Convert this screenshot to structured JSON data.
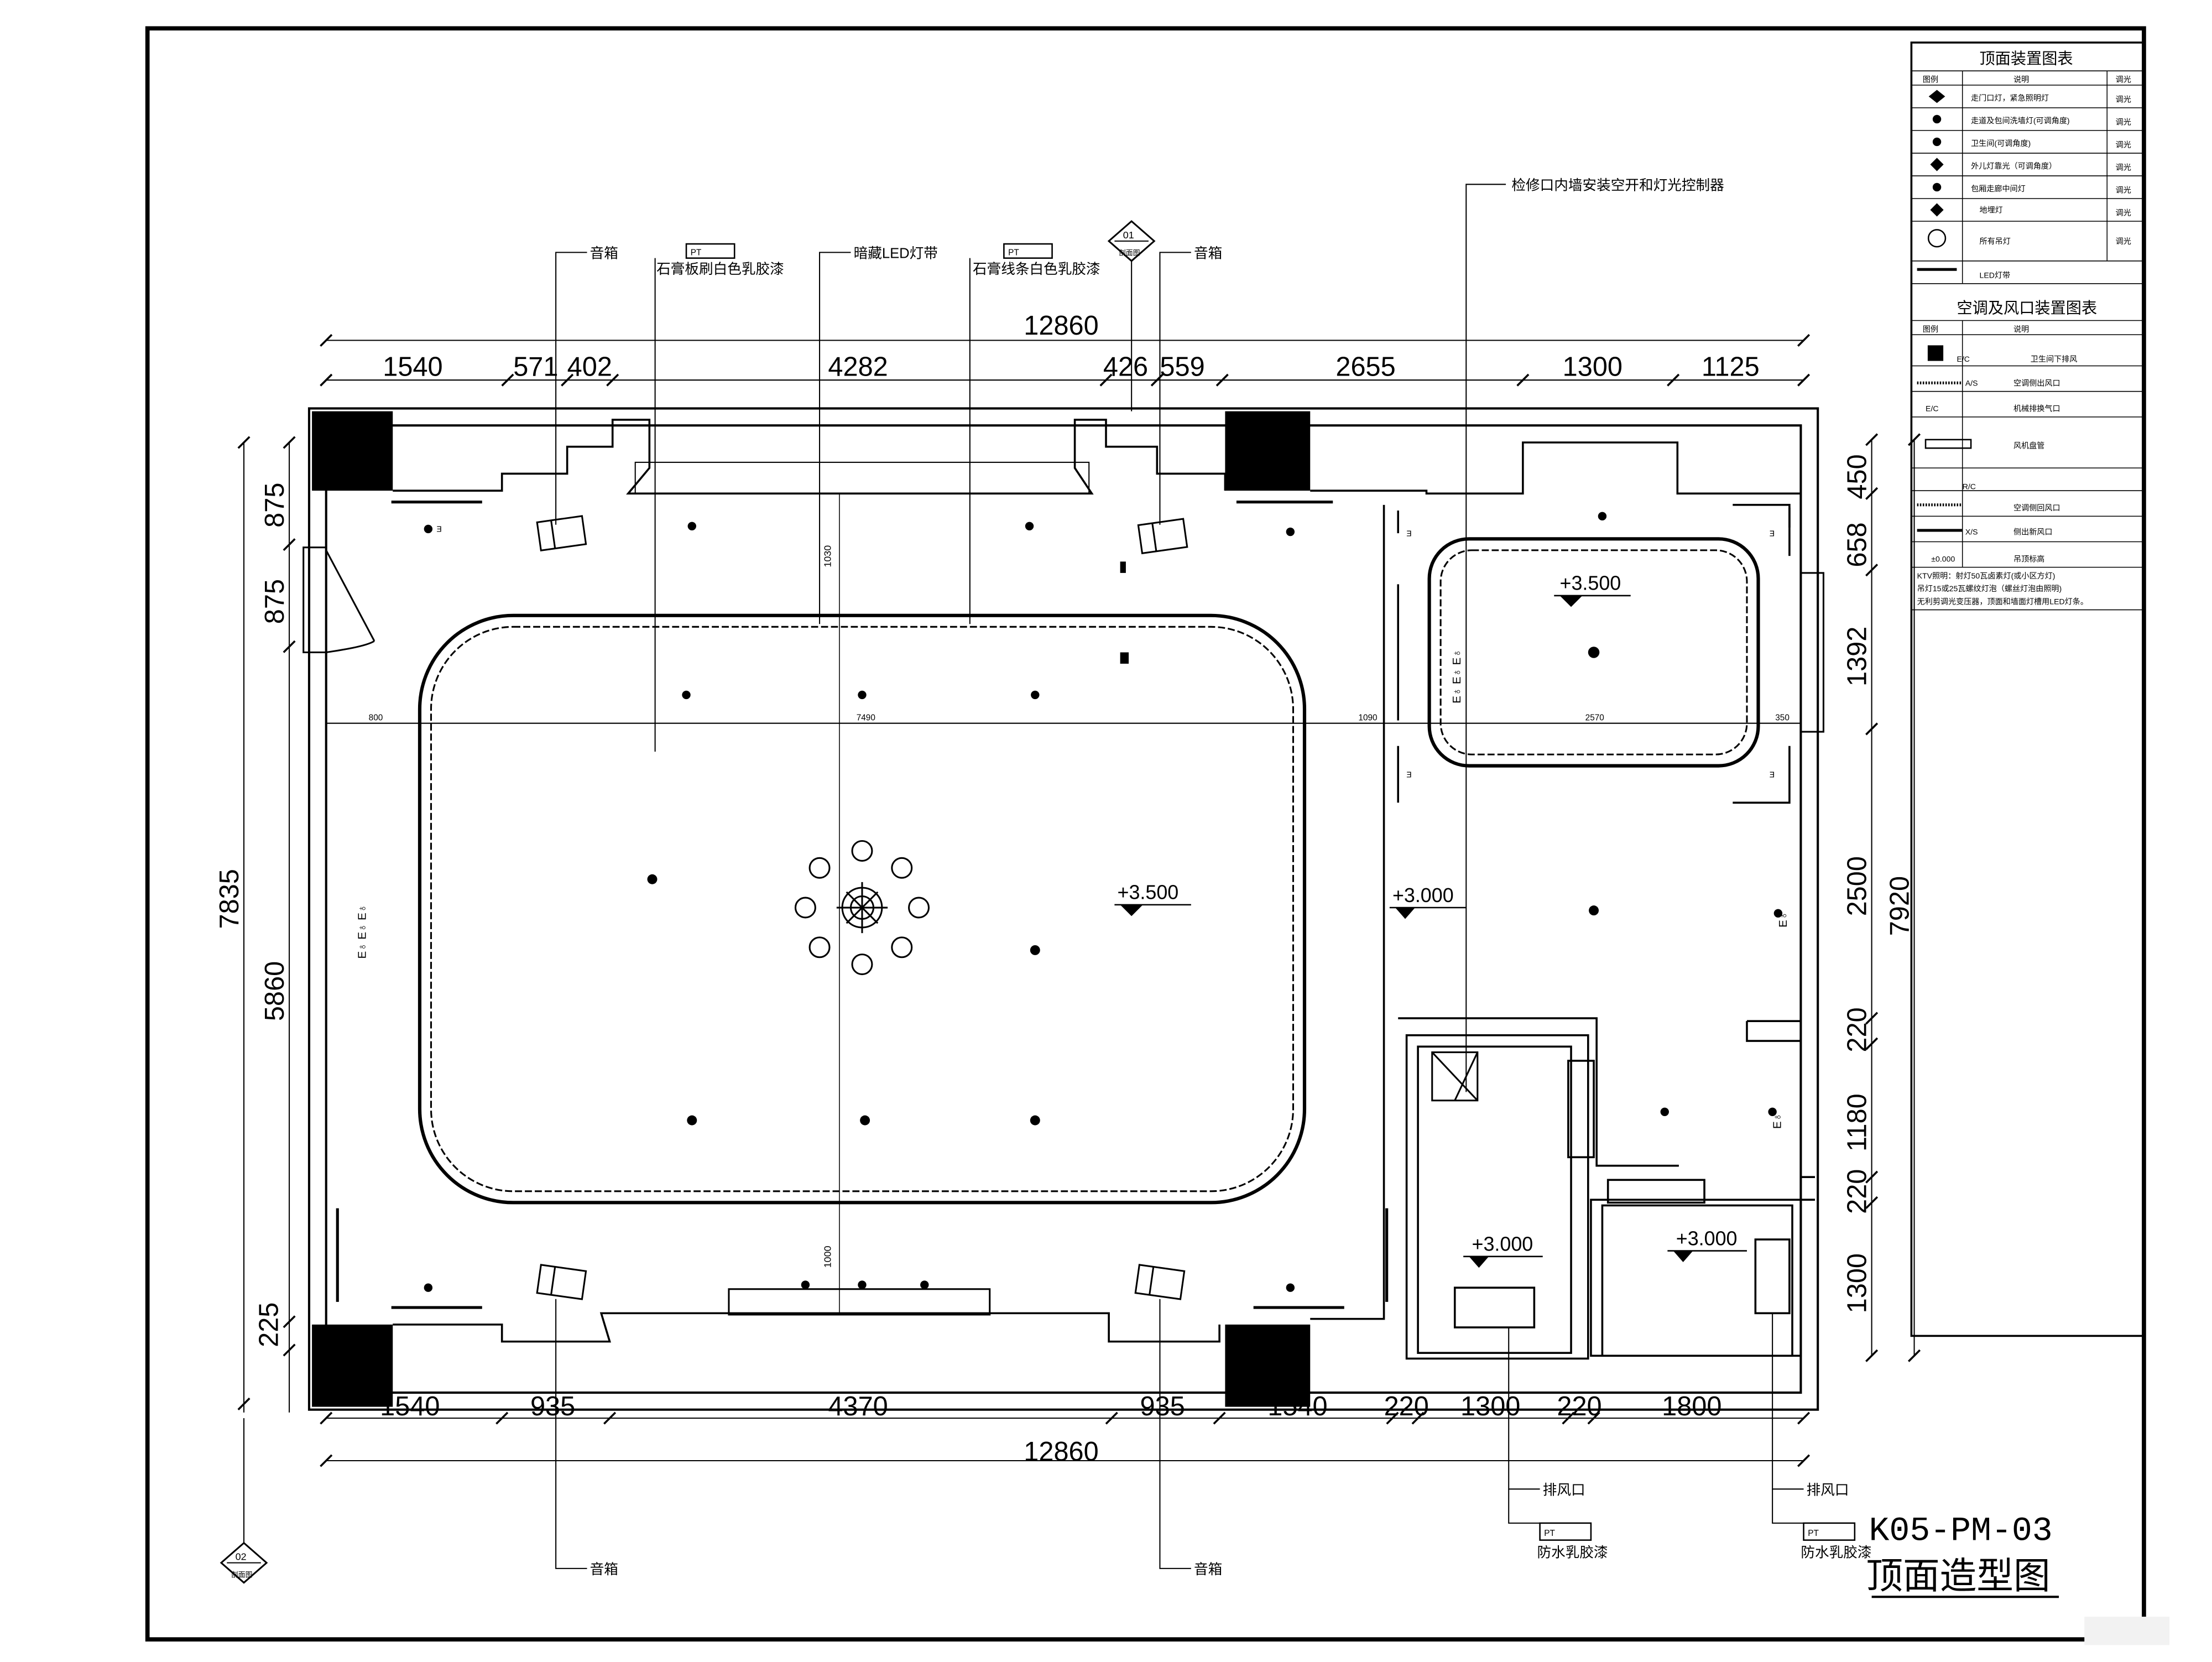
{
  "drawing": {
    "code": "K05-PM-03",
    "name": "顶面造型图"
  },
  "dimensions": {
    "top_overall": "12860",
    "top_segments": [
      "1540",
      "571",
      "402",
      "4282",
      "426",
      "559",
      "2655",
      "1300",
      "1125"
    ],
    "bottom_overall": "12860",
    "bottom_segments": [
      "1540",
      "935",
      "4370",
      "935",
      "1540",
      "220",
      "1300",
      "220",
      "1800"
    ],
    "left_overall": "7835",
    "left_segments": [
      "875",
      "875",
      "5860",
      "225"
    ],
    "right_overall": "7920",
    "right_segments": [
      "450",
      "658",
      "1392",
      "2500",
      "220",
      "1180",
      "220",
      "1300"
    ],
    "inner_small": [
      "800",
      "7490",
      "1090",
      "2570",
      "350",
      "1030",
      "1000"
    ]
  },
  "levels": {
    "main_ceiling": "+3.500",
    "small_ceiling": "+3.500",
    "main_floor_level": "+3.000",
    "toilet_level": "+3.000",
    "bath_level": "+3.000"
  },
  "annotations": {
    "speaker": "音箱",
    "gypsum_board": "石膏板刷白色乳胶漆",
    "hidden_led": "暗藏LED灯带",
    "gypsum_line": "石膏线条白色乳胶漆",
    "access_note": "检修口内墙安装空开和灯光控制器",
    "exhaust": "排风口",
    "waterproof_paint": "防水乳胶漆",
    "pt_tag": "PT",
    "section_1_num": "01",
    "section_1_ref": "剖面图",
    "section_2_num": "02",
    "section_2_ref": "剖面图"
  },
  "legend_light": {
    "title": "顶面装置图表",
    "col_icon": "图例",
    "col_desc": "说明",
    "col_dim": "调光",
    "rows": [
      {
        "desc": "走门口灯，紧急照明灯",
        "dim": "调光"
      },
      {
        "desc": "走道及包间洗墙灯(可调角度)",
        "dim": "调光"
      },
      {
        "desc": "卫生间(可调角度)",
        "dim": "调光"
      },
      {
        "desc": "外儿灯靠光（可调角度）",
        "dim": "调光"
      },
      {
        "desc": "包厢走廊中间灯",
        "dim": "调光"
      },
      {
        "desc": "地埋灯",
        "dim": "调光"
      },
      {
        "desc": "所有吊灯",
        "dim": "调光"
      },
      {
        "desc": "LED灯带",
        "dim": ""
      }
    ]
  },
  "legend_ac": {
    "title": "空调及风口装置图表",
    "col_icon": "图例",
    "col_desc": "说明",
    "rows": [
      {
        "tag": "E/C",
        "desc": "卫生间下排风"
      },
      {
        "tag": "A/S",
        "desc": "空调侧出风口"
      },
      {
        "tag": "E/C",
        "desc": "机械排换气口"
      },
      {
        "tag": "",
        "desc": "风机盘管"
      },
      {
        "tag": "R/C",
        "desc": ""
      },
      {
        "tag": "",
        "desc": "空调侧回风口"
      },
      {
        "tag": "X/S",
        "desc": "侧出新风口"
      },
      {
        "tag": "±0.000",
        "desc": "吊顶标高"
      }
    ],
    "notes": [
      "KTV照明：射灯50瓦卤素灯(或小区方灯)",
      "吊灯15或25瓦螺纹灯泡（螺丝灯泡由照明)",
      "无利剪调光变压器，顶面和墙面灯槽用LED灯条。"
    ]
  }
}
